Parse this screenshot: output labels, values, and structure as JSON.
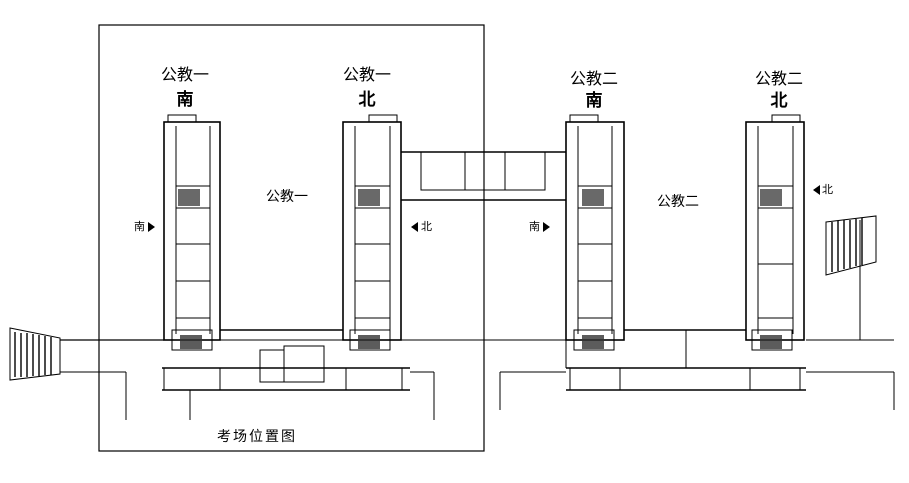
{
  "buildings": [
    {
      "name": "公教一",
      "direction": "南"
    },
    {
      "name": "公教一",
      "direction": "北"
    },
    {
      "name": "公教二",
      "direction": "南"
    },
    {
      "name": "公教二",
      "direction": "北"
    }
  ],
  "areas": {
    "gongjiao_1": "公教一",
    "gongjiao_2": "公教二"
  },
  "direction_arrows": {
    "south_1": "南",
    "north_1": "北",
    "south_2": "南",
    "north_2": "北"
  },
  "caption": "考场位置图"
}
